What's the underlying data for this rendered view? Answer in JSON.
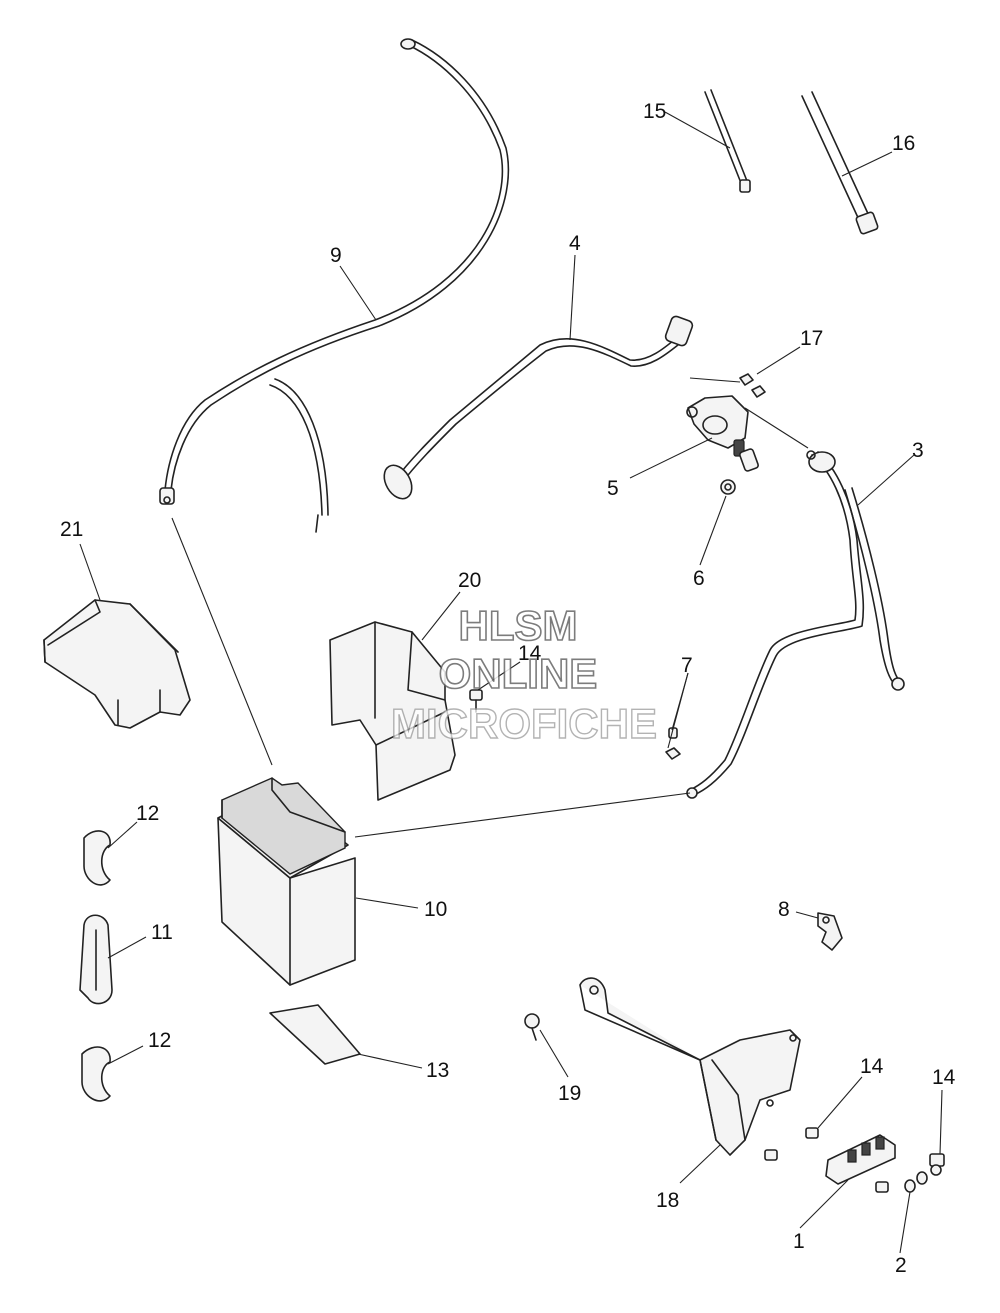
{
  "callouts": {
    "c1": "1",
    "c2": "2",
    "c3": "3",
    "c4": "4",
    "c5": "5",
    "c6": "6",
    "c7": "7",
    "c8": "8",
    "c9": "9",
    "c10": "10",
    "c11": "11",
    "c12a": "12",
    "c12b": "12",
    "c13": "13",
    "c14a": "14",
    "c14b": "14",
    "c14c": "14",
    "c15": "15",
    "c16": "16",
    "c17": "17",
    "c18": "18",
    "c19": "19",
    "c20": "20",
    "c21": "21"
  },
  "watermark": {
    "line1": "HLSM",
    "line2": "ONLINE",
    "line3": "MICROFICHE"
  }
}
